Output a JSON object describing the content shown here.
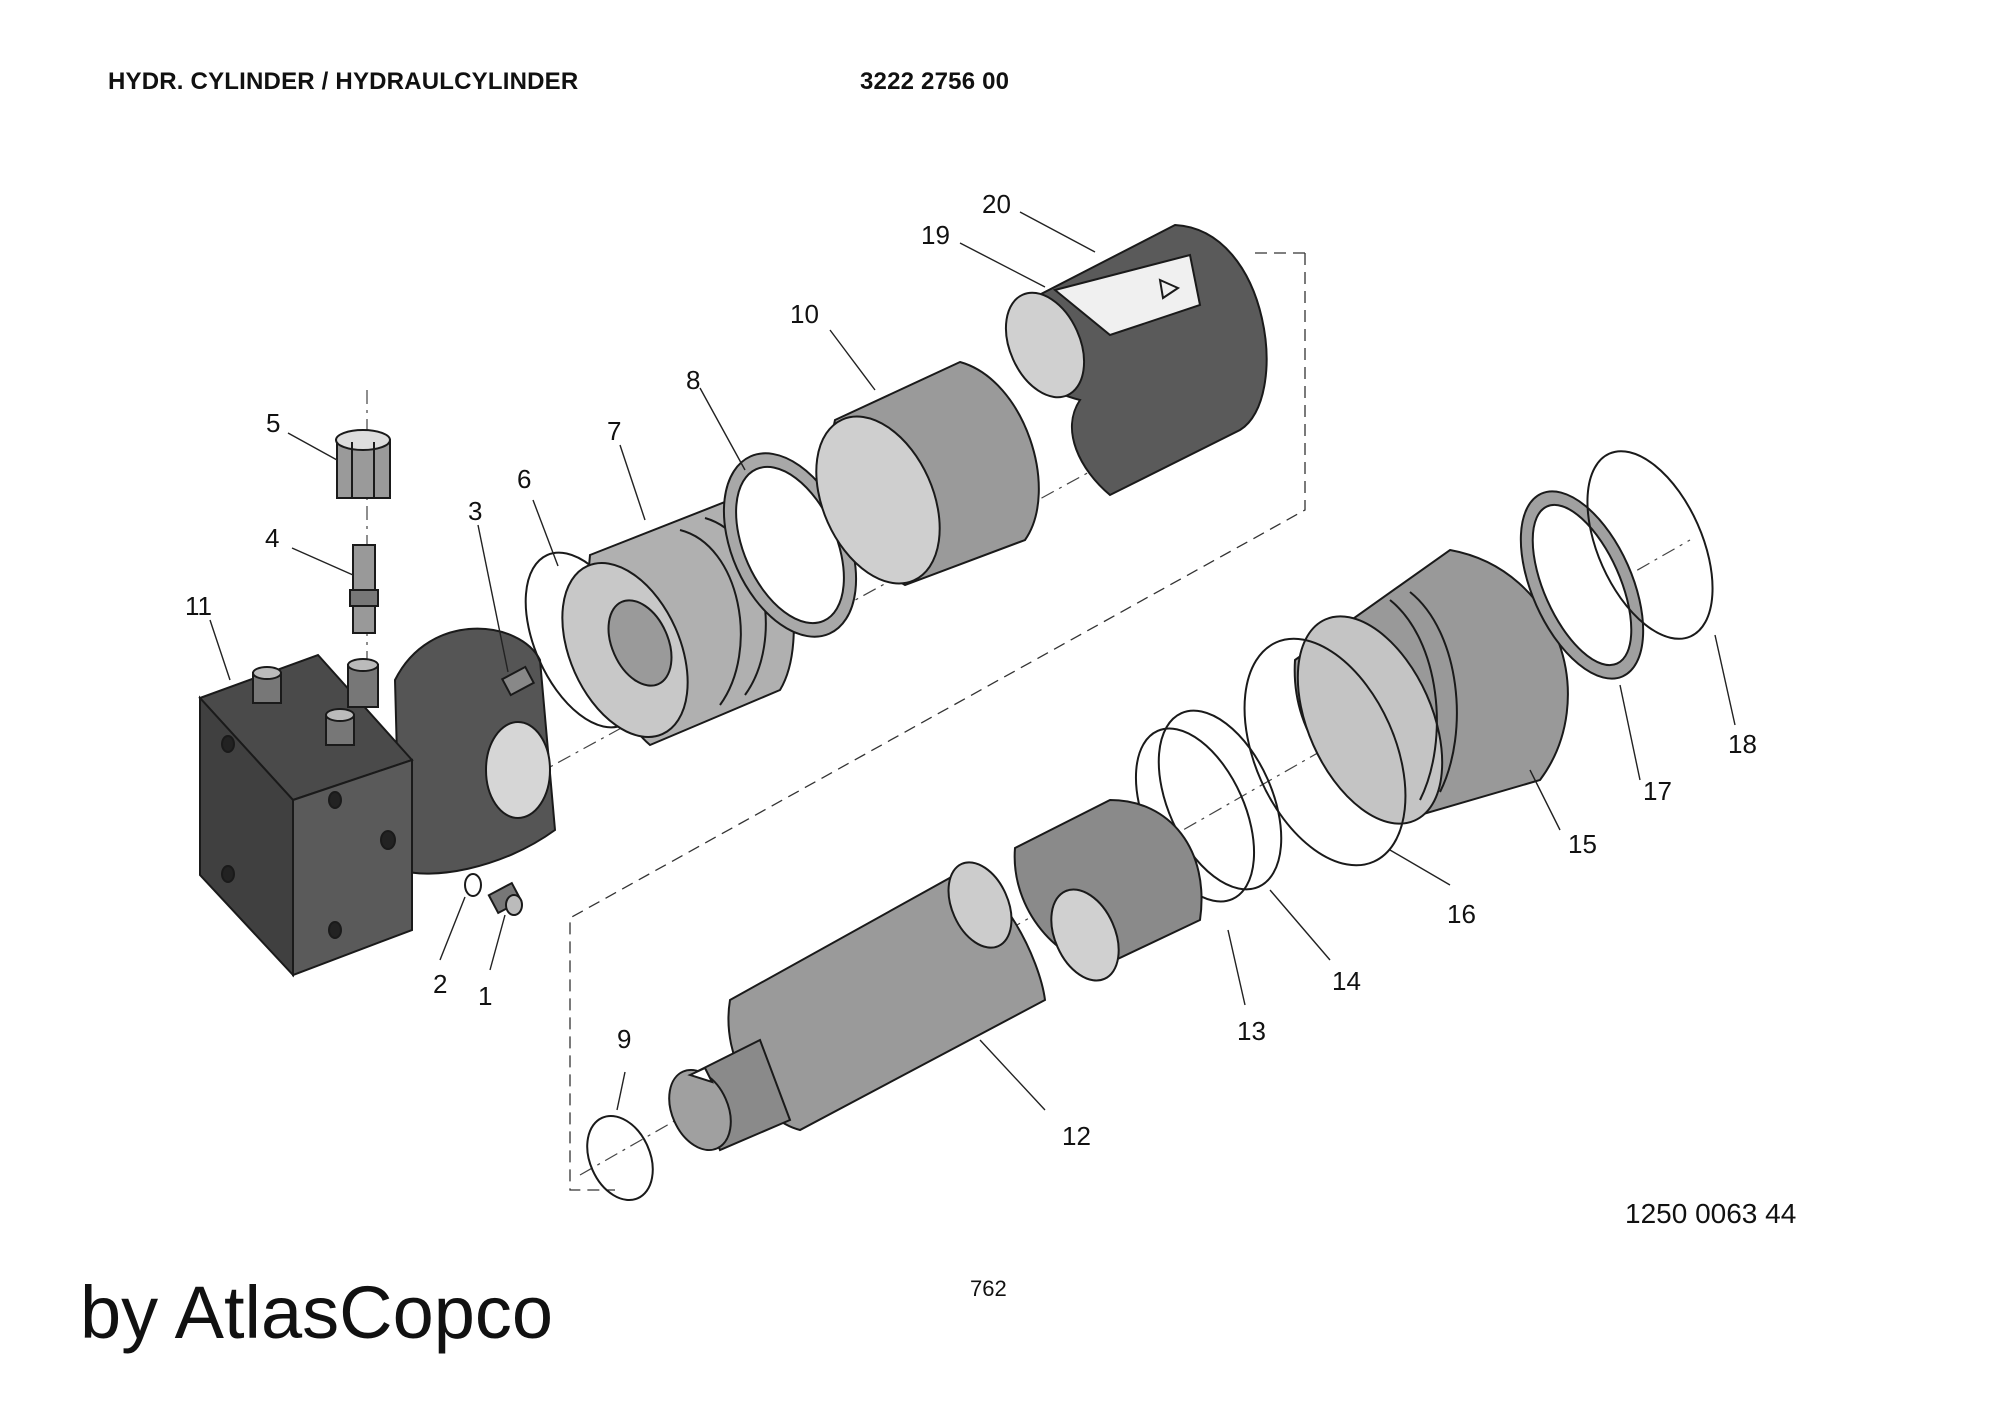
{
  "header": {
    "title": "HYDR. CYLINDER / HYDRAULCYLINDER",
    "part_number": "3222 2756 00"
  },
  "drawing_reference": "1250 0063 44",
  "page_number": "762",
  "watermark": "by AtlasCopco",
  "callouts": [
    "1",
    "2",
    "3",
    "4",
    "5",
    "6",
    "7",
    "8",
    "9",
    "10",
    "11",
    "12",
    "13",
    "14",
    "15",
    "16",
    "17",
    "18",
    "19",
    "20"
  ],
  "colors": {
    "part_dark": "#5a5a5a",
    "part_mid": "#8e8e8e",
    "part_light": "#bdbdbd",
    "part_pale": "#d8d8d8"
  }
}
